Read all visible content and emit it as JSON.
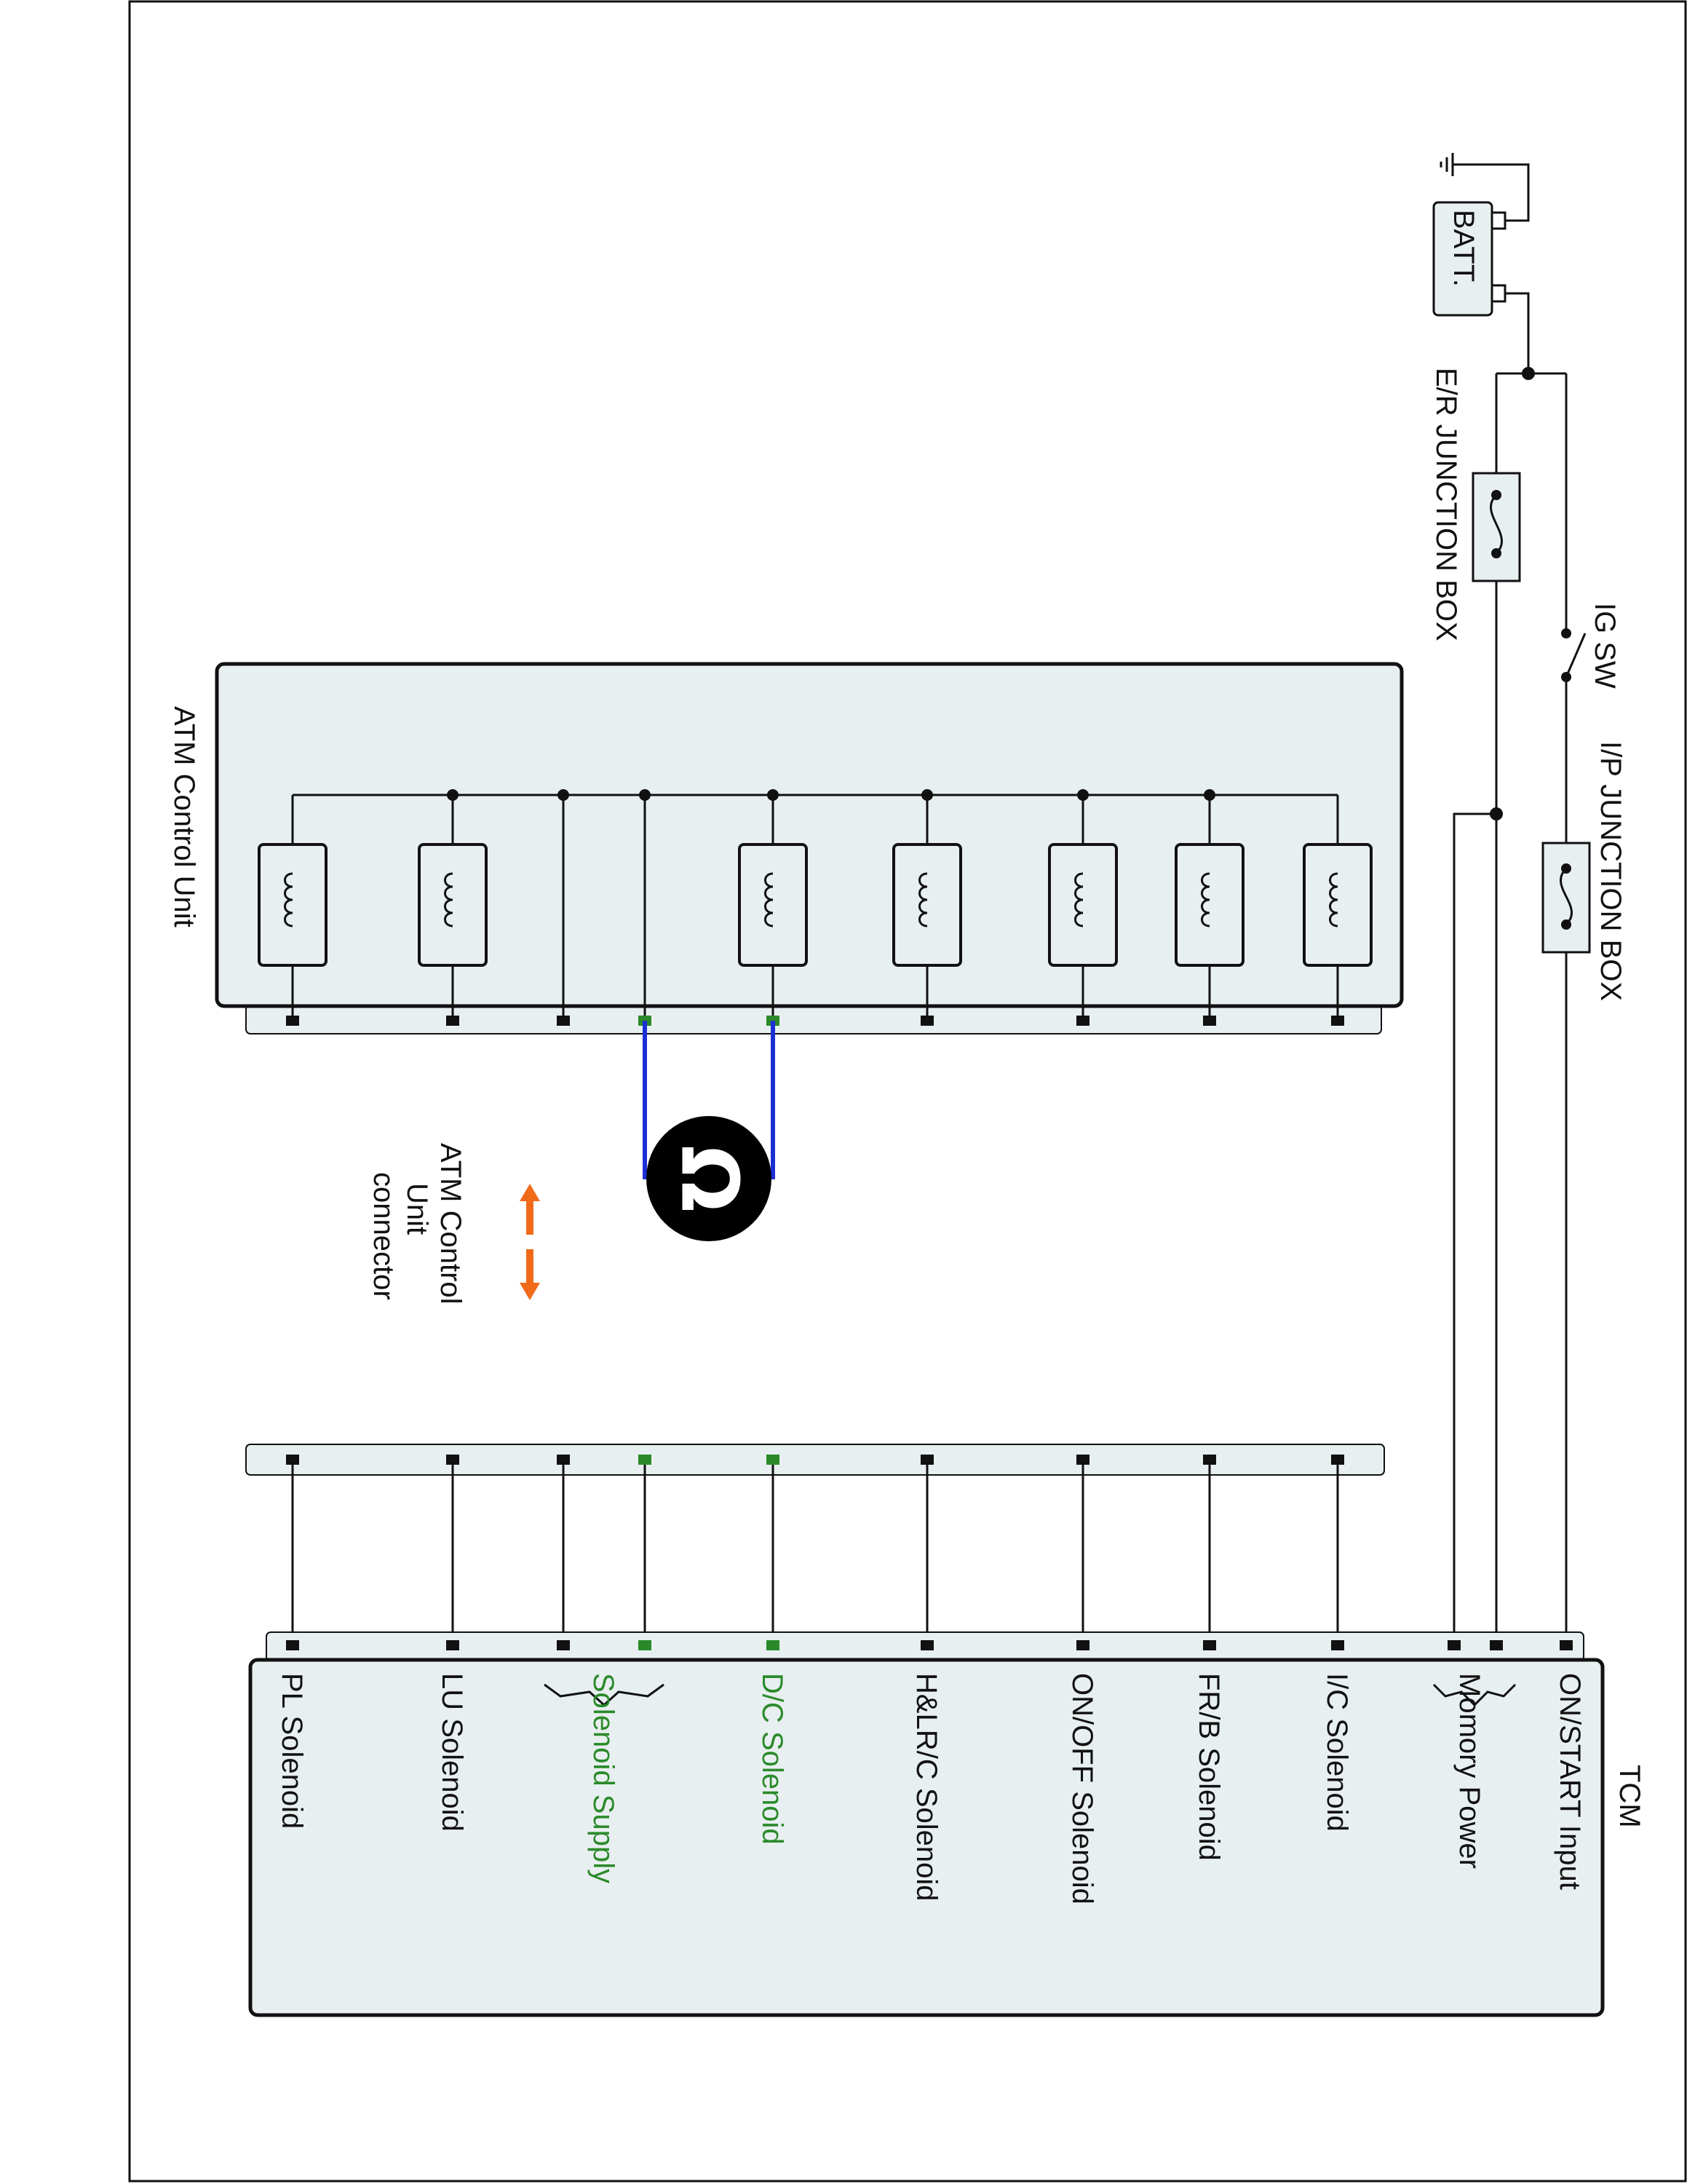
{
  "colors": {
    "wire": "#111111",
    "panel_fill": "#e8eff0",
    "highlight_green": "#2a8a2a",
    "meter_wire": "#1c2fd6",
    "arrow": "#f06a1a",
    "meter_body": "#000000"
  },
  "labels": {
    "batt": "BATT.",
    "er_box": "E/R JUNCTION BOX",
    "ig_sw": "IG SW",
    "ip_box": "I/P JUNCTION BOX",
    "atm_unit": "ATM Control Unit",
    "connector_line1": "ATM Control",
    "connector_line2": "Unit",
    "connector_line3": "connector",
    "tcm": "TCM"
  },
  "meter_symbol": "Ω",
  "tcm_pins": [
    {
      "label": "ON/START Input",
      "highlight": false
    },
    {
      "label": "Momory Power",
      "highlight": false
    },
    {
      "label": "I/C Solenoid",
      "highlight": false
    },
    {
      "label": "FR/B Solenoid",
      "highlight": false
    },
    {
      "label": "ON/OFF Solenoid",
      "highlight": false
    },
    {
      "label": "H&LR/C Solenoid",
      "highlight": false
    },
    {
      "label": "D/C Solenoid",
      "highlight": true
    },
    {
      "label": "Solenoid Supply",
      "highlight": true
    },
    {
      "label": "LU Solenoid",
      "highlight": false
    },
    {
      "label": "PL Solenoid",
      "highlight": false
    }
  ]
}
